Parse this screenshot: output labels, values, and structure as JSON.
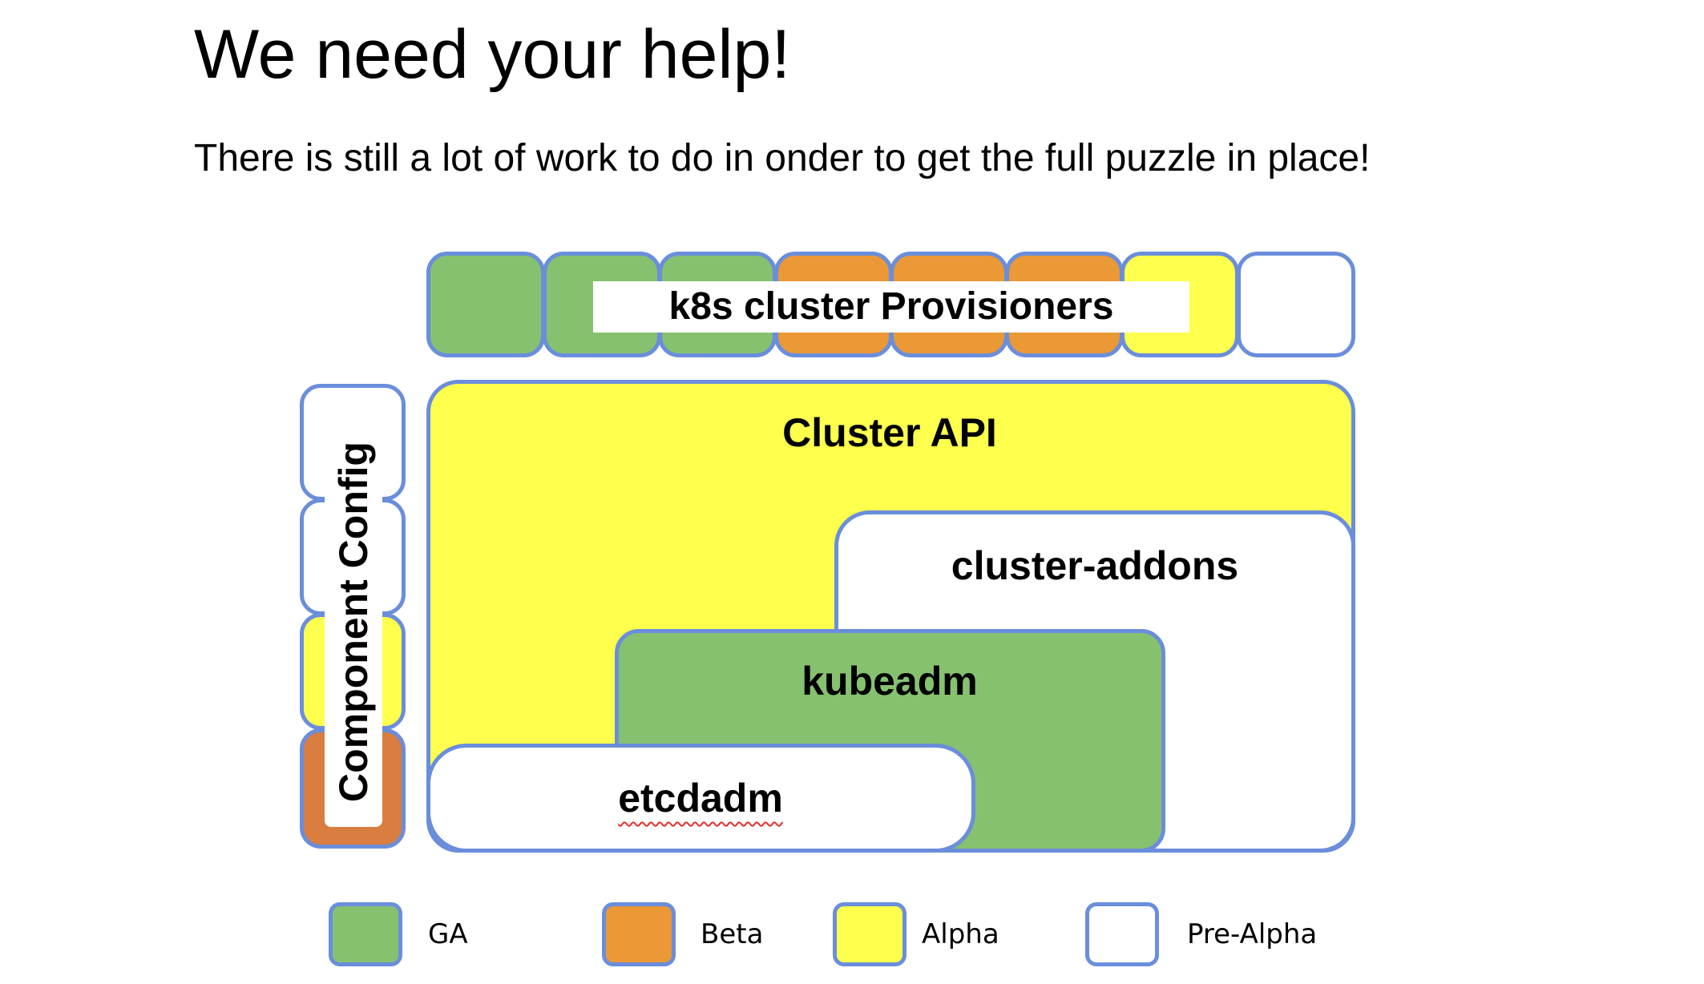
{
  "slide": {
    "title": "We need your help!",
    "subtitle": "There is still a lot of work to do in onder to get the full puzzle in place!"
  },
  "diagram": {
    "provisioners_label": "k8s cluster Provisioners",
    "provisioner_tiles": [
      "GA",
      "GA",
      "GA",
      "Beta",
      "Beta",
      "Beta",
      "Alpha",
      "Pre-Alpha"
    ],
    "cluster_api_label": "Cluster API",
    "cluster_addons_label": "cluster-addons",
    "kubeadm_label": "kubeadm",
    "etcdadm_label": "etcdadm",
    "component_config_label": "Component Config",
    "component_config_tiles": [
      "Pre-Alpha",
      "Pre-Alpha",
      "Alpha",
      "Beta"
    ]
  },
  "legend": [
    {
      "label": "GA",
      "color": "#86c170"
    },
    {
      "label": "Beta",
      "color": "#eb9836"
    },
    {
      "label": "Alpha",
      "color": "#ffff4d"
    },
    {
      "label": "Pre-Alpha",
      "color": "#ffffff"
    }
  ],
  "colors": {
    "ga": "#86c170",
    "beta": "#eb9836",
    "beta_dark": "#d97d40",
    "alpha": "#ffff4d",
    "pre_alpha": "#ffffff",
    "border": "#6a8edb"
  }
}
